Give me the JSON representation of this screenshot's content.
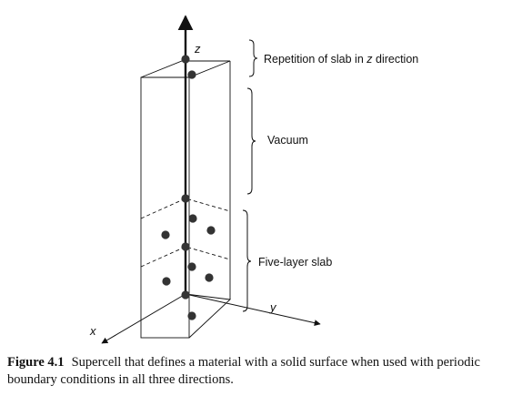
{
  "axes": {
    "z": "z",
    "y": "y",
    "x": "x"
  },
  "annotations": {
    "repetition_prefix": "Repetition of slab in ",
    "repetition_axis": "z",
    "repetition_suffix": " direction",
    "vacuum": "Vacuum",
    "slab": "Five-layer slab"
  },
  "caption": {
    "figure_number": "Figure 4.1",
    "text": "Supercell that defines a material with a solid surface when used with periodic boundary conditions in all three directions."
  },
  "colors": {
    "line": "#111111",
    "atom": "#333333"
  }
}
